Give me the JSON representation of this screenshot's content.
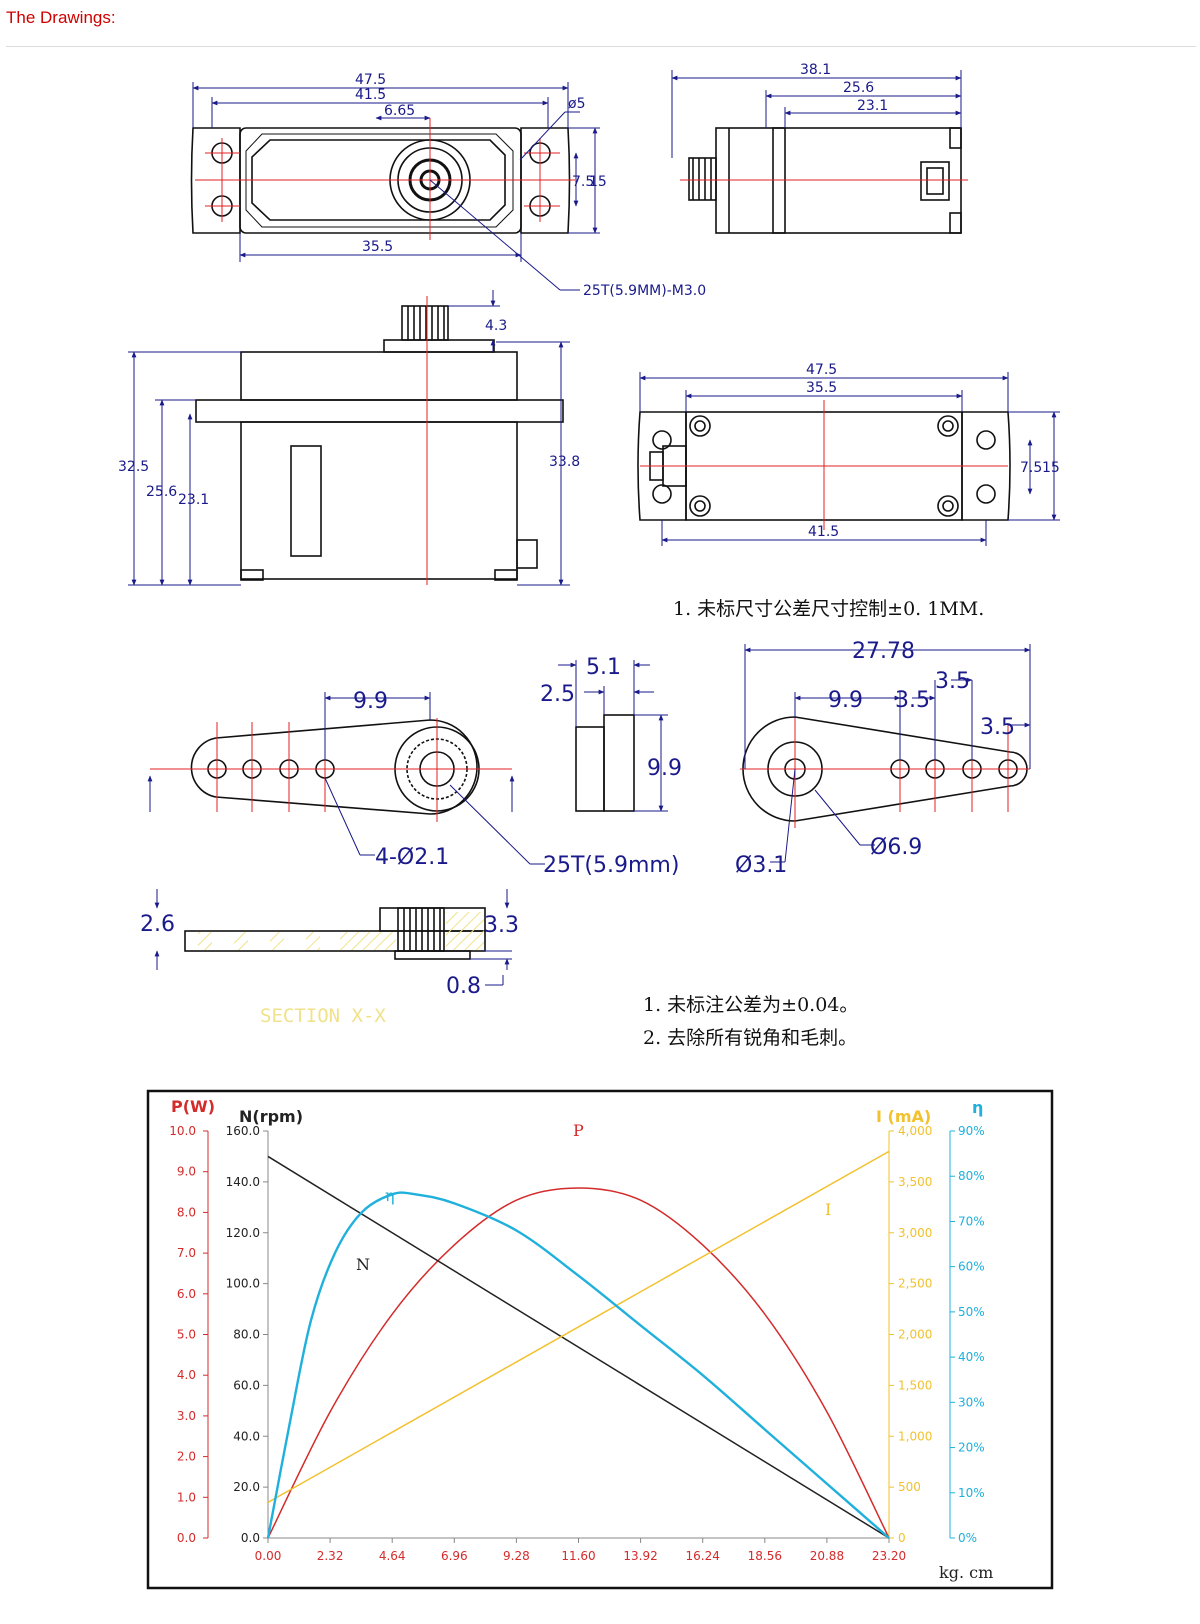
{
  "header": {
    "title": "The Drawings:"
  },
  "drawings": {
    "top_view": {
      "d1": "47.5",
      "d2": "41.5",
      "d3": "6.65",
      "d4": "ø5",
      "d5": "7.5",
      "d6": "15",
      "d7": "35.5",
      "callout": "25T(5.9MM)-M3.0"
    },
    "side_view": {
      "d1": "38.1",
      "d2": "25.6",
      "d3": "23.1"
    },
    "front_view": {
      "d1": "4.3",
      "d2": "32.5",
      "d3": "25.6",
      "d4": "23.1",
      "d5": "33.8"
    },
    "bottom_view": {
      "d1": "47.5",
      "d2": "35.5",
      "d3": "41.5",
      "d4": "7.5",
      "d5": "15"
    },
    "note1": "1. 未标尺寸公差尺寸控制±0. 1MM.",
    "horn": {
      "d1": "9.9",
      "d2": "4-Ø2.1",
      "d3": "25T(5.9mm)",
      "s1": "5.1",
      "s2": "2.5",
      "s3": "9.9",
      "e1": "27.78",
      "e2": "9.9",
      "e3": "3.5",
      "e4": "3.5",
      "e5": "3.5",
      "e6": "Ø3.1",
      "e7": "Ø6.9",
      "sec1": "2.6",
      "sec2": "3.3",
      "sec3": "0.8",
      "section_label": "SECTION X-X",
      "note1": "1. 未标注公差为±0.04。",
      "note2": "2. 去除所有锐角和毛刺。"
    }
  },
  "colors": {
    "P": "#d42b2b",
    "N": "#222222",
    "I": "#f2c12e",
    "eta": "#1fb0dc",
    "dimension": "#1a1a8a",
    "centerline": "#e02020"
  },
  "chart_data": {
    "type": "line",
    "xlabel": "kg. cm",
    "x_ticks": [
      "0.00",
      "2.32",
      "4.64",
      "6.96",
      "9.28",
      "11.60",
      "13.92",
      "16.24",
      "18.56",
      "20.88",
      "23.20"
    ],
    "xlim": [
      0,
      23.2
    ],
    "axes": [
      {
        "label": "P(W)",
        "color": "#d42b2b",
        "ylim": [
          0,
          10
        ],
        "ticks": [
          "0.0",
          "1.0",
          "2.0",
          "3.0",
          "4.0",
          "5.0",
          "6.0",
          "7.0",
          "8.0",
          "9.0",
          "10.0"
        ]
      },
      {
        "label": "N(rpm)",
        "color": "#222222",
        "ylim": [
          0,
          160
        ],
        "ticks": [
          "0.0",
          "20.0",
          "40.0",
          "60.0",
          "80.0",
          "100.0",
          "120.0",
          "140.0",
          "160.0"
        ]
      },
      {
        "label": "I (mA)",
        "color": "#f2c12e",
        "ylim": [
          0,
          4000
        ],
        "ticks": [
          "0",
          "500",
          "1,000",
          "1,500",
          "2,000",
          "2,500",
          "3,000",
          "3,500",
          "4,000"
        ]
      },
      {
        "label": "η",
        "color": "#1fb0dc",
        "ylim": [
          0,
          90
        ],
        "ticks": [
          "0%",
          "10%",
          "20%",
          "30%",
          "40%",
          "50%",
          "60%",
          "70%",
          "80%",
          "90%"
        ]
      }
    ],
    "series": [
      {
        "name": "P",
        "axis": "P(W)",
        "x": [
          0,
          2.32,
          4.64,
          6.96,
          9.28,
          11.6,
          13.92,
          16.24,
          18.56,
          20.88,
          23.2
        ],
        "values": [
          0,
          3.1,
          5.5,
          7.2,
          8.3,
          8.6,
          8.3,
          7.2,
          5.5,
          3.1,
          0
        ]
      },
      {
        "name": "N",
        "axis": "N(rpm)",
        "x": [
          0,
          23.2
        ],
        "values": [
          150,
          0
        ]
      },
      {
        "name": "I",
        "axis": "I (mA)",
        "x": [
          0,
          23.2
        ],
        "values": [
          350,
          3800
        ]
      },
      {
        "name": "η",
        "axis": "η",
        "x": [
          0,
          0.8,
          1.6,
          2.5,
          3.5,
          4.64,
          5.5,
          6.96,
          9.28,
          11.6,
          13.92,
          16.24,
          18.56,
          20.88,
          23.2
        ],
        "values": [
          0,
          25,
          48,
          63,
          72,
          76,
          76,
          74,
          68,
          58,
          47,
          36,
          24,
          12,
          0
        ]
      }
    ]
  }
}
